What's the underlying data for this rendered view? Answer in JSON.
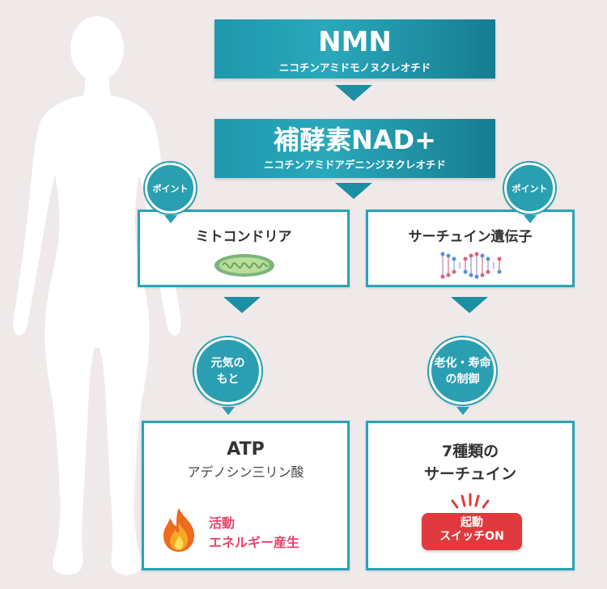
{
  "nmn": {
    "title": "NMN",
    "subtitle": "ニコチンアミドモノヌクレオチド"
  },
  "nad": {
    "title": "補酵素NAD+",
    "subtitle": "ニコチンアミドアデニンジヌクレオチド"
  },
  "left_point": "ポイント",
  "right_point": "ポイント",
  "mitochondria": {
    "title": "ミトコンドリア"
  },
  "sirtuin_gene": {
    "title": "サーチュイン遺伝子"
  },
  "left_badge": {
    "line1": "元気の",
    "line2": "もと"
  },
  "right_badge": {
    "line1": "老化・寿命",
    "line2": "の制御"
  },
  "atp": {
    "title": "ATP",
    "subtitle": "アデノシン三リン酸",
    "energy_line1": "活動",
    "energy_line2": "エネルギー産生"
  },
  "sirtuin": {
    "title_line1": "7種類の",
    "title_line2": "サーチュイン",
    "button_line1": "起動",
    "button_line2": "スイッチON"
  },
  "colors": {
    "teal": "#2aa3b7",
    "pink": "#e8436a",
    "red": "#e13a3e",
    "background": "#efeae9"
  }
}
